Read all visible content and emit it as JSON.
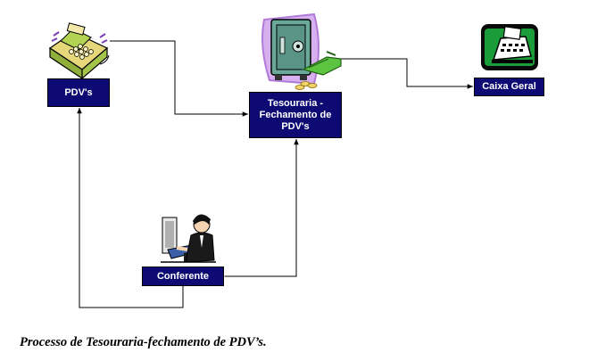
{
  "nodes": {
    "pdv": {
      "label": "PDV's",
      "icon": "cash-register-icon"
    },
    "tesouraria": {
      "label": "Tesouraria -\nFechamento de\nPDV's",
      "icon": "safe-with-money-icon"
    },
    "caixa_geral": {
      "label": "Caixa Geral",
      "icon": "cash-register-terminal-icon"
    },
    "conferente": {
      "label": "Conferente",
      "icon": "person-at-computer-icon"
    }
  },
  "caption": "Processo de Tesouraria-fechamento de PDV’s.",
  "colors": {
    "box_fill": "#0d0a73",
    "box_text": "#ffffff",
    "connector": "#000000"
  }
}
